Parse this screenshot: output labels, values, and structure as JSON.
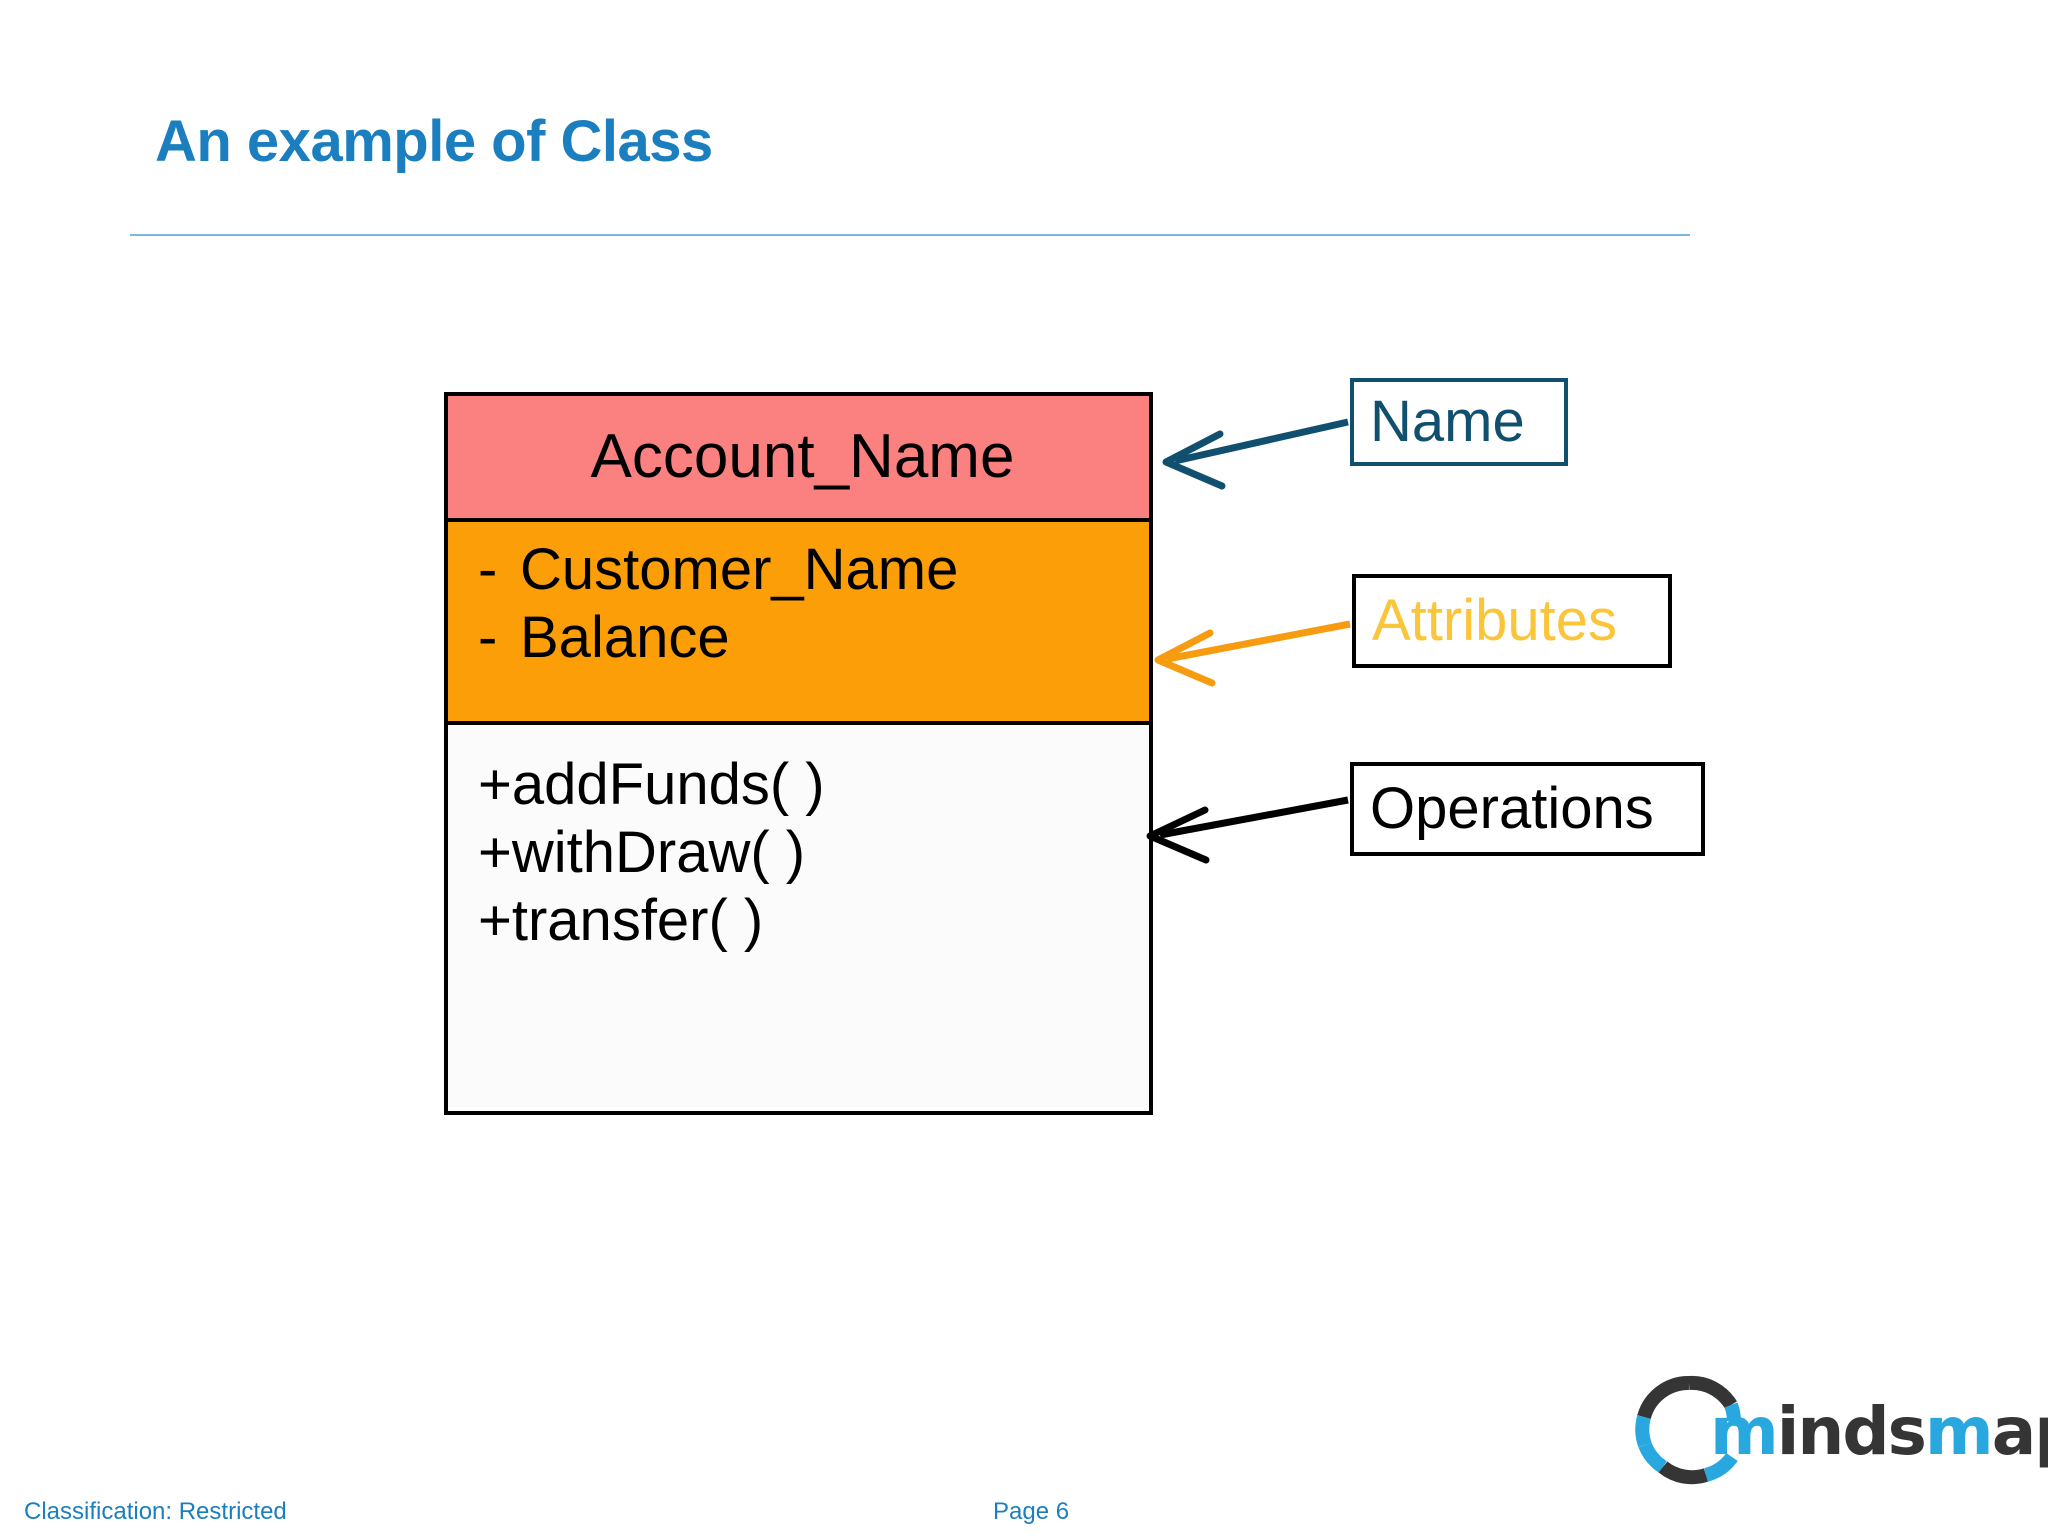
{
  "slide": {
    "title": "An example of Class",
    "title_color": "#1B7FBF",
    "rule_color": "#7FB7DC",
    "background": "#ffffff"
  },
  "class_diagram": {
    "name_compartment": {
      "label": "Account_Name",
      "fill": "#FB8080",
      "text_color": "#000000"
    },
    "attributes_compartment": {
      "fill": "#FB9E07",
      "rows": [
        {
          "visibility": "-",
          "name": "Customer_Name"
        },
        {
          "visibility": "-",
          "name": "Balance"
        }
      ]
    },
    "operations_compartment": {
      "fill": "#FBFBFB",
      "rows": [
        {
          "text": "+addFunds( )"
        },
        {
          "text": "+withDraw( )"
        },
        {
          "text": "+transfer( )"
        }
      ]
    },
    "border_color": "#000000"
  },
  "callouts": [
    {
      "key": "name",
      "label": "Name",
      "text_color": "#10506E",
      "border_color": "#10506E",
      "arrow_color": "#10506E"
    },
    {
      "key": "attributes",
      "label": "Attributes",
      "text_color": "#FBC53A",
      "border_color": "#000000",
      "arrow_color": "#F79B10"
    },
    {
      "key": "operations",
      "label": "Operations",
      "text_color": "#000000",
      "border_color": "#000000",
      "arrow_color": "#000000"
    }
  ],
  "logo": {
    "word_part_1": "m",
    "word_part_2": "inds",
    "word_part_3": "m",
    "word_part_4": "apped",
    "blue": "#29A8E0",
    "dark": "#353535"
  },
  "footer": {
    "classification": "Classification: Restricted",
    "page": "Page 6",
    "color": "#1B7FBF"
  }
}
